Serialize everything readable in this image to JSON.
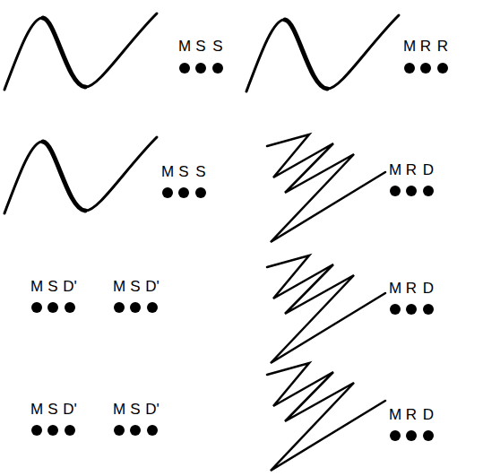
{
  "diagram": {
    "labels": [
      "M",
      "S",
      "S",
      "M",
      "R",
      "R",
      "M",
      "S",
      "S",
      "M",
      "R",
      "D",
      "M",
      "S",
      "D'",
      "M",
      "S",
      "D'",
      "M",
      "R",
      "D",
      "M",
      "S",
      "D'",
      "M",
      "S",
      "D'",
      "M",
      "R",
      "D"
    ]
  }
}
